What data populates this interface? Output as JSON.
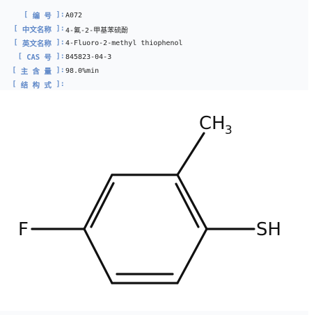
{
  "fields": [
    {
      "label": "编 号",
      "value": "A072"
    },
    {
      "label": "中文名称",
      "value": "4-氟-2-甲基苯硫酚"
    },
    {
      "label": "英文名称",
      "value": "4-Fluoro-2-methyl thiophenol"
    },
    {
      "label": "CAS 号",
      "value": "845823-04-3"
    },
    {
      "label": "主 含 量",
      "value": "98.0%min"
    },
    {
      "label": "结 构 式",
      "value": ""
    }
  ],
  "brackets": {
    "open": "[",
    "close": "]:"
  },
  "structure": {
    "fluorine": "F",
    "thiol": "SH",
    "methyl_main": "CH",
    "methyl_sub": "3"
  }
}
